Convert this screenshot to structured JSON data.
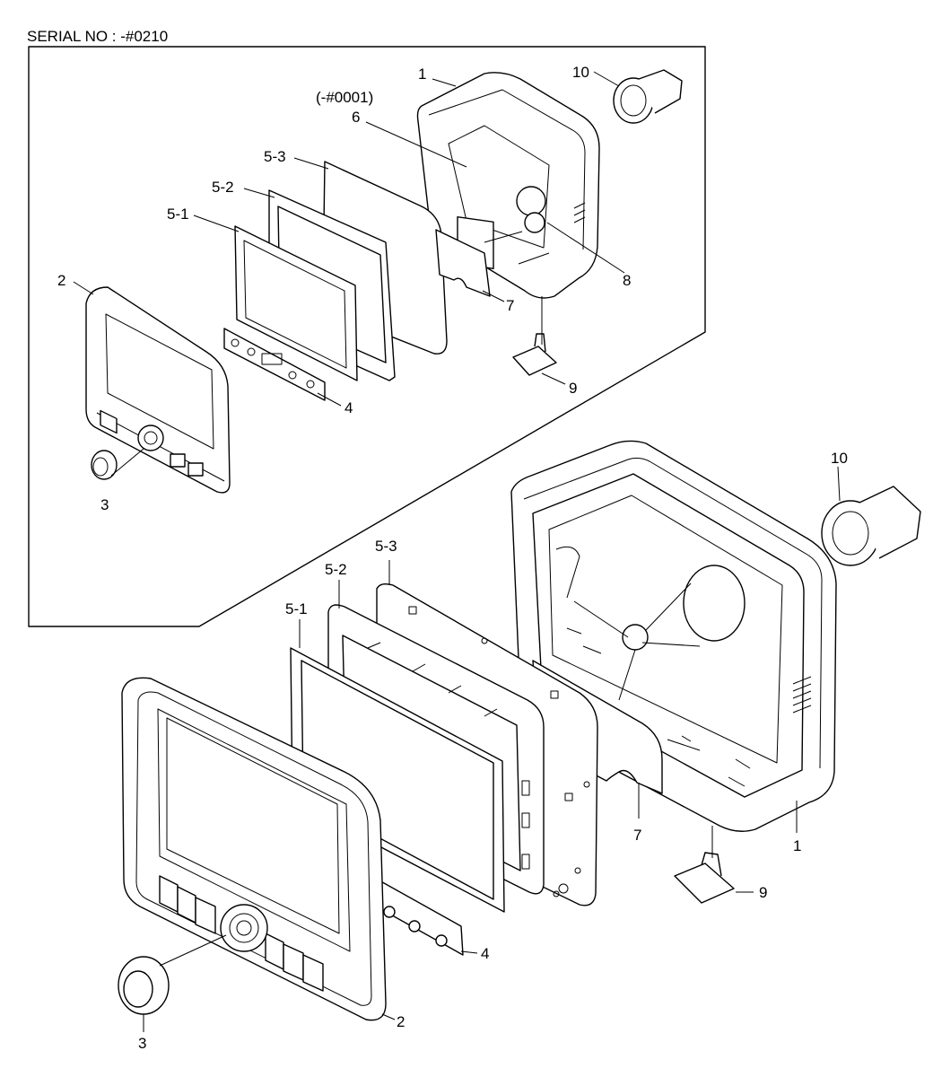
{
  "header": {
    "serial": "SERIAL NO : -#0210"
  },
  "inset": {
    "serial_note": "(-#0001)"
  },
  "callouts": {
    "top": [
      "1",
      "10",
      "6",
      "5-3",
      "5-2",
      "5-1",
      "2",
      "8",
      "7",
      "4",
      "9",
      "3"
    ],
    "bottom": [
      "10",
      "5-3",
      "5-2",
      "5-1",
      "7",
      "1",
      "9",
      "4",
      "2",
      "3"
    ]
  }
}
